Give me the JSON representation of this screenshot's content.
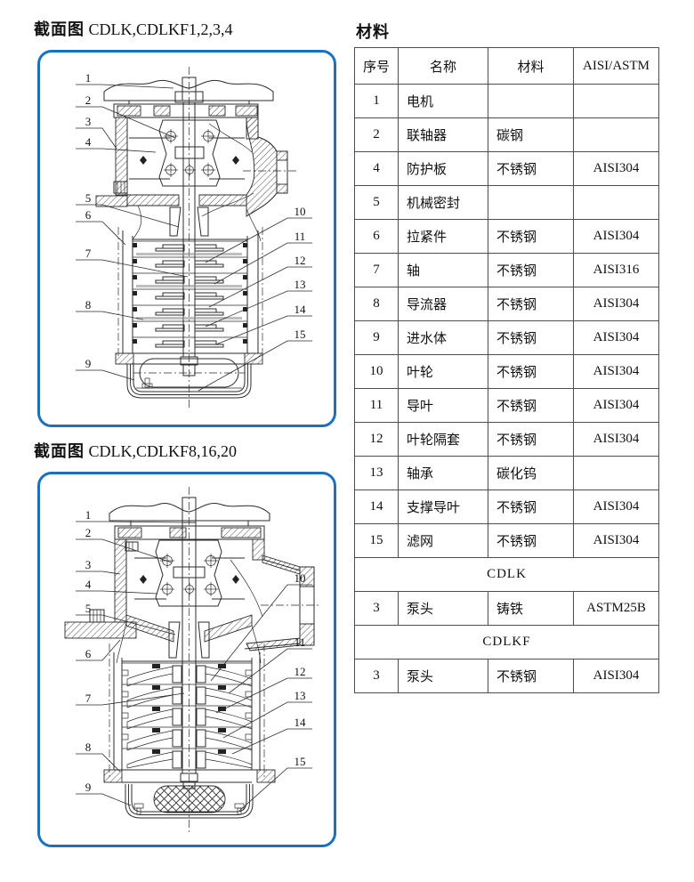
{
  "colors": {
    "accent_blue": "#1a70c1",
    "line": "#2b2b2b",
    "table_border": "#4d4d4d"
  },
  "sections": {
    "diagram1": {
      "title_zh": "截面图",
      "title_latin": "CDLK,CDLKF1,2,3,4",
      "callouts_left": [
        "1",
        "2",
        "3",
        "4",
        "5",
        "6",
        "7",
        "8",
        "9"
      ],
      "callouts_right": [
        "10",
        "11",
        "12",
        "13",
        "14",
        "15"
      ]
    },
    "diagram2": {
      "title_zh": "截面图",
      "title_latin": "CDLK,CDLKF8,16,20",
      "callouts_left": [
        "1",
        "2",
        "3",
        "4",
        "5",
        "6",
        "7",
        "8",
        "9"
      ],
      "callouts_right": [
        "10",
        "11",
        "12",
        "13",
        "14",
        "15"
      ]
    },
    "materials": {
      "title": "材料",
      "table": {
        "headers": [
          "序号",
          "名称",
          "材料",
          "AISI/ASTM"
        ],
        "rows": [
          [
            "1",
            "电机",
            "",
            ""
          ],
          [
            "2",
            "联轴器",
            "碳钢",
            ""
          ],
          [
            "4",
            "防护板",
            "不锈钢",
            "AISI304"
          ],
          [
            "5",
            "机械密封",
            "",
            ""
          ],
          [
            "6",
            "拉紧件",
            "不锈钢",
            "AISI304"
          ],
          [
            "7",
            "轴",
            "不锈钢",
            "AISI316"
          ],
          [
            "8",
            "导流器",
            "不锈钢",
            "AISI304"
          ],
          [
            "9",
            "进水体",
            "不锈钢",
            "AISI304"
          ],
          [
            "10",
            "叶轮",
            "不锈钢",
            "AISI304"
          ],
          [
            "11",
            "导叶",
            "不锈钢",
            "AISI304"
          ],
          [
            "12",
            "叶轮隔套",
            "不锈钢",
            "AISI304"
          ],
          [
            "13",
            "轴承",
            "碳化钨",
            ""
          ],
          [
            "14",
            "支撑导叶",
            "不锈钢",
            "AISI304"
          ],
          [
            "15",
            "滤网",
            "不锈钢",
            "AISI304"
          ]
        ],
        "groups": [
          {
            "label": "CDLK",
            "row": [
              "3",
              "泵头",
              "铸铁",
              "ASTM25B"
            ]
          },
          {
            "label": "CDLKF",
            "row": [
              "3",
              "泵头",
              "不锈钢",
              "AISI304"
            ]
          }
        ]
      }
    }
  }
}
